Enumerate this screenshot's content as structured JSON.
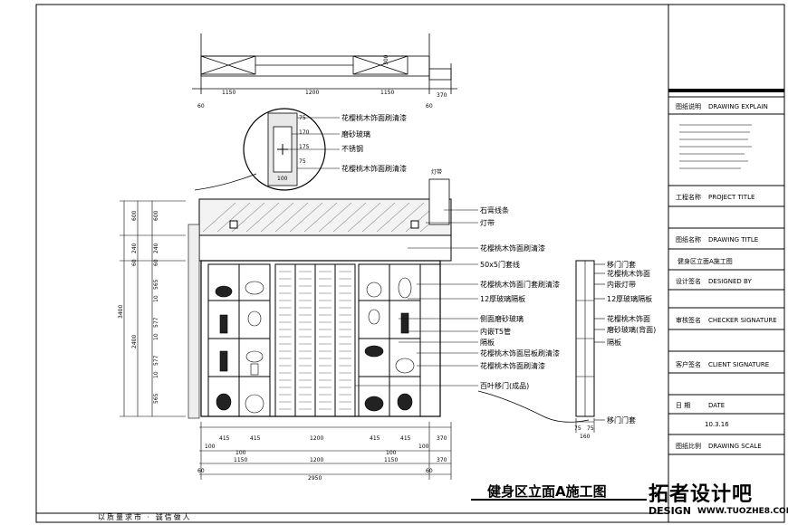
{
  "drawing_title": "健身区立面A施工图",
  "footer_note": "以质量求市 · 诚信做人",
  "logo": {
    "main": "拓者设计吧",
    "sub1": "DESIGN",
    "sub2": "WWW.TUOZHE8.COM"
  },
  "title_block": {
    "drawing_explain_label": "图纸说明",
    "drawing_explain_en": "DRAWING EXPLAIN",
    "project_title_label": "工程名称",
    "project_title_en": "PROJECT TITLE",
    "drawing_title_label": "图纸名称",
    "drawing_title_en": "DRAWING TITLE",
    "drawing_title_value": "健身区立面A施工图",
    "designed_by_label": "设计签名",
    "designed_by_en": "DESIGNED BY",
    "checker_label": "审核签名",
    "checker_en": "CHECKER SIGNATURE",
    "client_label": "客户签名",
    "client_en": "CLIENT SIGNATURE",
    "date_label": "日   期",
    "date_en": "DATE",
    "date_value": "10.3.16",
    "scale_label": "图纸比例",
    "scale_en": "DRAWING SCALE"
  },
  "plan_dims": [
    "1150",
    "1200",
    "1150",
    "370",
    "60",
    "60",
    "300"
  ],
  "detail_labels": [
    "花樱桃木饰面刷清漆",
    "磨砂玻璃",
    "不锈钢",
    "花樱桃木饰面刷清漆"
  ],
  "detail_dims": [
    "75",
    "170",
    "175",
    "75",
    "100"
  ],
  "callouts_right": [
    "石膏线条",
    "灯带",
    "花樱桃木饰面刷清漆",
    "50x5门套线",
    "花樱桃木饰面门套刷清漆",
    "12厚玻璃隔板",
    "侧面磨砂玻璃",
    "内嵌T5管",
    "隔板",
    "花樱桃木饰面层板刷清漆",
    "花樱桃木饰面刷清漆",
    "百叶移门(成品)"
  ],
  "callouts_section": [
    "移门门套",
    "花樱桃木饰面",
    "内嵌灯带",
    "12厚玻璃隔板",
    "花樱桃木饰面",
    "磨砂玻璃(背面)",
    "隔板",
    "移门门套"
  ],
  "elev_left_dims": [
    "600",
    "600",
    "240",
    "240",
    "60",
    "60",
    "10",
    "10",
    "10",
    "565",
    "577",
    "577",
    "565",
    "2400",
    "3400"
  ],
  "elev_bottom_dims": [
    "415",
    "415",
    "1200",
    "415",
    "415",
    "370",
    "100",
    "100",
    "100",
    "100",
    "1150",
    "1200",
    "1150",
    "370",
    "2950",
    "60",
    "60"
  ],
  "section_dims": [
    "75",
    "75",
    "160"
  ],
  "misc": {
    "lamp_note": "灯带"
  }
}
